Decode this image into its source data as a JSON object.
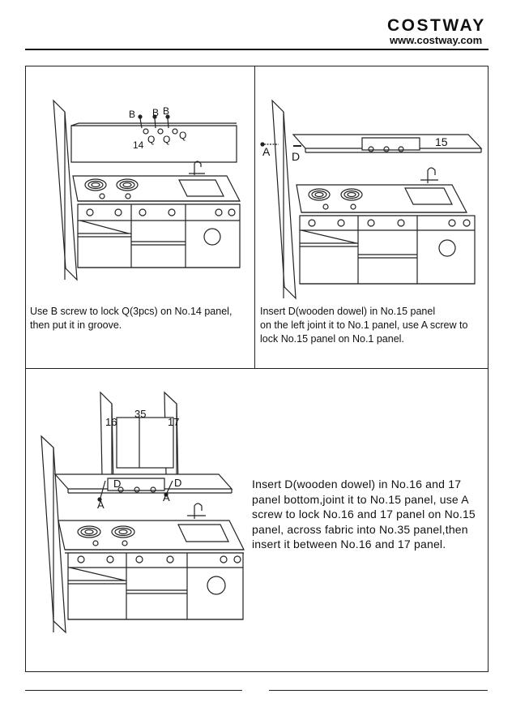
{
  "header": {
    "brand": "COSTWAY",
    "url": "www.costway.com"
  },
  "step1": {
    "labels": {
      "b1": "B",
      "b2": "B",
      "b3": "B",
      "q1": "Q",
      "q2": "Q",
      "q3": "Q",
      "panel": "14"
    },
    "instruction": "Use B screw to lock Q(3pcs) on No.14 panel,\nthen put it in groove."
  },
  "step2": {
    "labels": {
      "a": "A",
      "d": "D",
      "panel": "15"
    },
    "instruction": "Insert D(wooden dowel) in No.15 panel\non the left  joint it to No.1 panel, use A screw to\nlock No.15  panel on No.1 panel."
  },
  "step3": {
    "labels": {
      "p16": "16",
      "p35": "35",
      "p17": "17",
      "a1": "A",
      "a2": "A",
      "d1": "D",
      "d2": "D"
    },
    "instruction": "Insert D(wooden dowel) in No.16 and 17\npanel bottom,joint it to No.15 panel, use A\nscrew to lock No.16 and 17 panel on No.15\npanel, across fabric into No.35 panel,then\ninsert it between No.16 and 17 panel."
  }
}
